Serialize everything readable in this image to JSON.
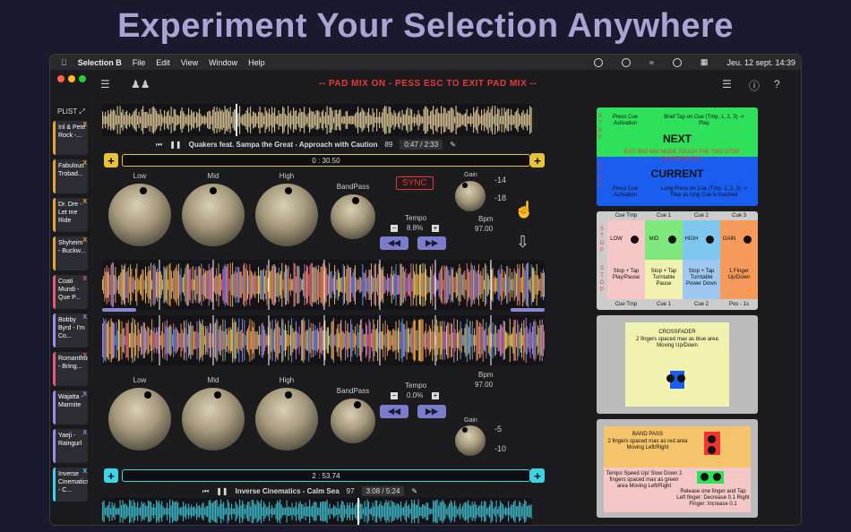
{
  "headline": "Experiment Your Selection Anywhere",
  "menubar": {
    "app": "Selection B",
    "items": [
      "File",
      "Edit",
      "View",
      "Window",
      "Help"
    ],
    "clock": "Jeu. 12 sept.  14:39"
  },
  "banner": "-- PAD MIX ON - PESS ESC TO EXIT PAD MIX --",
  "playlist": {
    "title": "PLIST",
    "items": [
      {
        "label": "Inl & Pete Rock -...",
        "color": "#e8a33a"
      },
      {
        "label": "Fabulous Trobad...",
        "color": "#e8a33a"
      },
      {
        "label": "Dr. Dre - Let me Ride",
        "color": "#e8a33a"
      },
      {
        "label": "Shyheim - Buckw...",
        "color": "#e8a33a"
      },
      {
        "label": "Coati Mundi - Que P...",
        "color": "#e45a7a"
      },
      {
        "label": "Bobby Byrd - I'm Co...",
        "color": "#9a8ef0"
      },
      {
        "label": "Romanthony - Bring...",
        "color": "#e45a7a"
      },
      {
        "label": "Wajatta - Marmite",
        "color": "#9a8ef0"
      },
      {
        "label": "Yaeji - Raingurl",
        "color": "#9a8ef0"
      },
      {
        "label": "Inverse Cinematics - C...",
        "color": "#3ad6e8"
      }
    ]
  },
  "deckA": {
    "track_title": "Quakers feat. Sampa the Great - Approach with Caution",
    "bpm_display": "89",
    "time": "0:47 / 2:33",
    "position": "0 : 30.50",
    "low": "Low",
    "mid": "Mid",
    "high": "High",
    "bandpass": "BandPass",
    "sync": "SYNC",
    "tempo_label": "Tempo",
    "tempo": "8.8%",
    "gain": "Gain",
    "gain_hi": "-14",
    "gain_lo": "-18",
    "bpm_label": "Bpm",
    "bpm": "97.00",
    "accent": "#e8c23a"
  },
  "deckB": {
    "track_title": "Inverse Cinematics - Calm Sea",
    "bpm_display": "97",
    "time": "3:08 / 5:24",
    "position": "2 : 53.74",
    "low": "Low",
    "mid": "Mid",
    "high": "High",
    "bandpass": "BandPass",
    "tempo_label": "Tempo",
    "tempo": "0.0%",
    "gain": "Gain",
    "gain_hi": "-5",
    "gain_lo": "-10",
    "bpm_label": "Bpm",
    "bpm": "97.00",
    "accent": "#3ad6e8"
  },
  "help": {
    "next_title": "NEXT",
    "next_press": "Press Cue Activation",
    "next_tap": "Brief Tap on Cue (Tmp, 1, 2, 3) -> Play",
    "exit_text": "EXIT PAD MIX MODE TOUCH THE TWO STOP",
    "on_press": "ON PRESS ESC",
    "current_title": "CURRENT",
    "current_press": "Press Cue Activation",
    "current_long": "Long Press on Cue (Tmp, 1, 2, 3) -> Play as long Cue is touched",
    "cue_headers": [
      "Cue Tmp",
      "Cue 1",
      "Cue 2",
      "Cue 3"
    ],
    "cue_labels": [
      "LOW",
      "MID",
      "HIGH",
      "GAIN"
    ],
    "cue_actions": [
      "Stop + Tap Play/Pause",
      "Stop + Tap Turntable Pause",
      "Stop + Tap Turntable Power Down",
      "1 Finger Up/Down"
    ],
    "cue_footers": [
      "Cue Tmp",
      "Cue 1",
      "Cue 2",
      "Pos - 1s"
    ],
    "crossfader_title": "CROSSFADER",
    "crossfader_text": "2 fingers spaced max as blue area Moving Up/Down",
    "bandpass_title": "BAND PASS",
    "bandpass_text": "2 fingers spaced max as red area Moving Left/Right",
    "tempo_text": "Tempo Speed Up/ Slow Down 2 fingers spaced max as green area Moving Left/Right",
    "tempo_release": "Release one finger and Tap Left finger: Decrease 0.1 Right Finger: Increase 0.1",
    "stop": "STOP"
  }
}
